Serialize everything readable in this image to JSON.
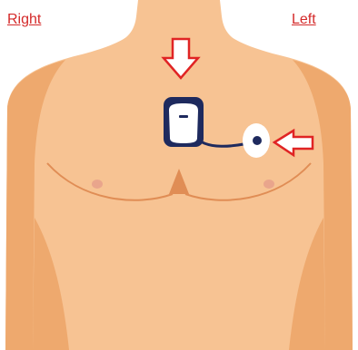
{
  "labels": {
    "right": "Right",
    "left": "Left"
  },
  "colors": {
    "label_text": "#d42a2a",
    "skin": "#f7c393",
    "skin_shadow": "#eea96e",
    "skin_dark": "#e08d55",
    "nipple": "#e9a58c",
    "arrow_outline": "#e02424",
    "arrow_fill": "#ffffff",
    "device_body": "#1e2a5e",
    "device_face": "#ffffff",
    "electrode_pad": "#ffffff",
    "lead_wire": "#1e2a5e"
  },
  "icons": {
    "arrow_top": "arrow-down-icon",
    "arrow_side": "arrow-left-icon",
    "device": "ecg-monitor-device",
    "electrode": "electrode-pad"
  }
}
